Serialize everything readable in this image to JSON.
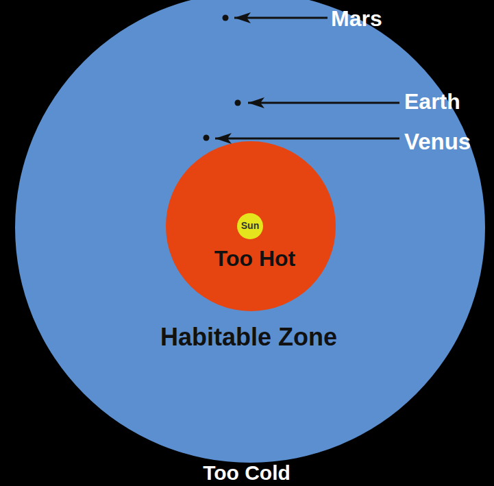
{
  "diagram": {
    "nodes": [
      {
        "text": [
          "Habitable Zone"
        ]
      },
      {
        "text": [
          "Too Hot"
        ],
        "in": 0
      },
      {
        "text": [
          "Sun"
        ],
        "in": 1
      }
    ],
    "labels": [
      "Mars",
      "Earth",
      "Venus",
      "Too Cold"
    ]
  }
}
